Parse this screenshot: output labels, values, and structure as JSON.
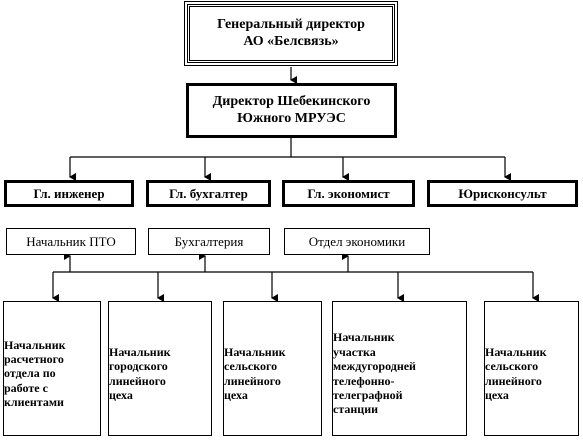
{
  "general_director": {
    "line1": "Генеральный директор",
    "line2": "АО «Белсвязь»"
  },
  "director": {
    "line1": "Директор Шебекинского",
    "line2": "Южного МРУЭС"
  },
  "chiefs": [
    {
      "label": "Гл. инженер"
    },
    {
      "label": "Гл. бухгалтер"
    },
    {
      "label": "Гл. экономист"
    },
    {
      "label": "Юрисконсульт"
    }
  ],
  "services": [
    {
      "label": "Начальник ПТО"
    },
    {
      "label": "Бухгалтерия"
    },
    {
      "label": "Отдел экономики"
    }
  ],
  "departments": [
    {
      "lines": [
        "Начальник",
        "расчетного",
        "отдела по",
        "работе с",
        "клиентами"
      ]
    },
    {
      "lines": [
        "Начальник",
        "городского",
        "линейного",
        "цеха"
      ]
    },
    {
      "lines": [
        "Начальник",
        "сельского",
        "линейного",
        "цеха"
      ]
    },
    {
      "lines": [
        "Начальник",
        "участка",
        "междугородней",
        "телефонно-",
        "телеграфной",
        "станции"
      ]
    },
    {
      "lines": [
        "Начальник",
        "сельского",
        "линейного",
        "цеха"
      ]
    }
  ]
}
